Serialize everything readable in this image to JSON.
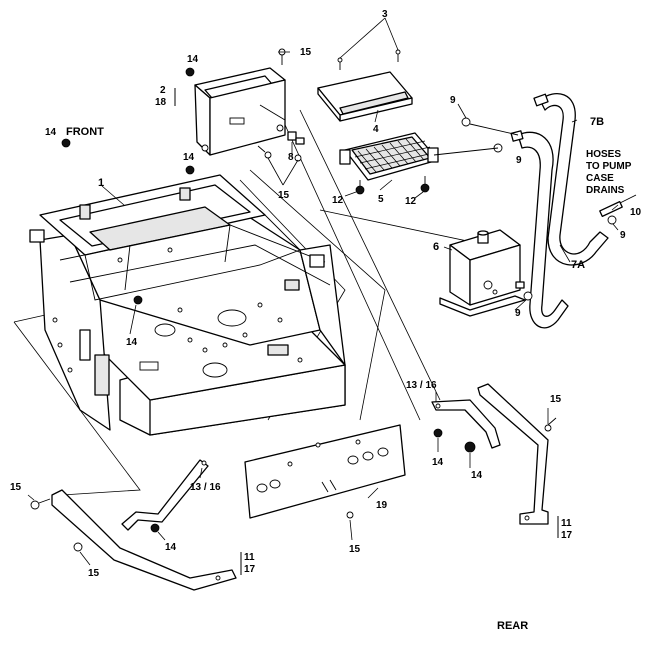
{
  "labels": {
    "l3": "3",
    "l14a": "14",
    "l15a": "15",
    "l2_18_top": "2",
    "l2_18_bot": "18",
    "l4": "4",
    "l9a": "9",
    "l7b": "7B",
    "l14_front": "14",
    "front": "FRONT",
    "hoses": [
      "HOSES",
      "TO PUMP",
      "CASE",
      "DRAINS"
    ],
    "l8": "8",
    "l9b": "9",
    "l14b": "14",
    "l1": "1",
    "l15b": "15",
    "l12a": "12",
    "l5": "5",
    "l12b": "12",
    "l10": "10",
    "l9c": "9",
    "l6": "6",
    "l7a": "7A",
    "l9d": "9",
    "l14c": "14",
    "l13_16_r": "13 / 16",
    "l15c": "15",
    "l14d": "14",
    "l14e": "14",
    "l15d": "15",
    "l13_16_l": "13 / 16",
    "l19": "19",
    "l11_17_r_top": "11",
    "l11_17_r_bot": "17",
    "l14f": "14",
    "l15e": "15",
    "l15f": "15",
    "l11_17_l_top": "11",
    "l11_17_l_bot": "17",
    "rear": "REAR"
  }
}
